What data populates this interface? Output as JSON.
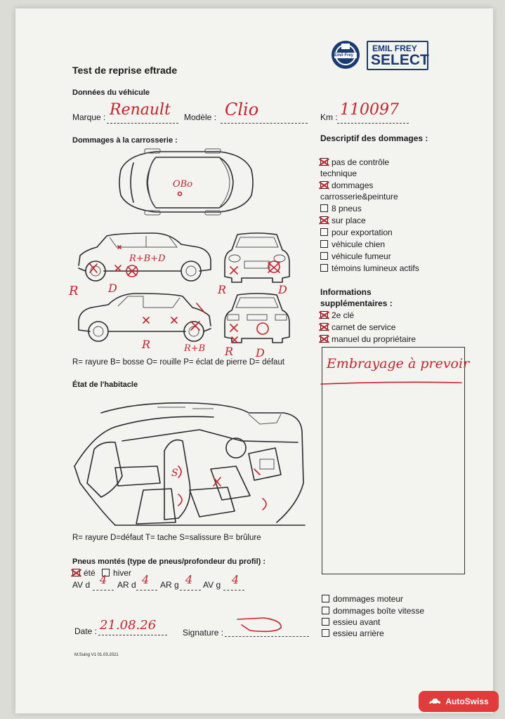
{
  "form": {
    "title": "Test de reprise eftrade",
    "vehicle_section": "Données du véhicule",
    "brand_label": "Marque :",
    "brand_value": "Renault",
    "model_label": "Modèle :",
    "model_value": "Clio",
    "km_label": "Km :",
    "km_value": "110097",
    "body_damage_section": "Dommages à la carrosserie :",
    "body_legend": "R= rayure B= bosse O= rouille P= éclat de pierre D= défaut",
    "interior_section": "État de l'habitacle",
    "interior_legend": "R= rayure D=défaut T= tache S=salissure B= brûlure",
    "tires_section": "Pneus montés (type de pneus/profondeur du profil) :",
    "tire_summer": "été",
    "tire_winter": "hiver",
    "tire_depths": [
      {
        "label": "AV d",
        "value": "4"
      },
      {
        "label": "AR d",
        "value": "4"
      },
      {
        "label": "AR g",
        "value": "4"
      },
      {
        "label": "AV g",
        "value": "4"
      }
    ],
    "date_label": "Date :",
    "date_value": "21.08.26",
    "signature_label": "Signature :",
    "footer_ref": "M.Suing V1 01.03.2021"
  },
  "logo": {
    "brand_line1": "EMIL FREY",
    "brand_line2": "SELECT",
    "badge_line1": "Emil Frey",
    "brand_color": "#1a3a72"
  },
  "damage_description": {
    "title": "Descriptif des dommages :",
    "items": [
      {
        "label": "pas de contrôle",
        "label2": "technique",
        "checked": true
      },
      {
        "label": "dommages",
        "label2": "carrosserie&peinture",
        "checked": true
      },
      {
        "label": "8 pneus",
        "checked": false
      },
      {
        "label": "sur place",
        "checked": true
      },
      {
        "label": "pour exportation",
        "checked": false
      },
      {
        "label": "véhicule chien",
        "checked": false
      },
      {
        "label": "véhicule fumeur",
        "checked": false
      },
      {
        "label": "témoins lumineux actifs",
        "checked": false
      }
    ]
  },
  "additional_info": {
    "title1": "Informations",
    "title2": "supplémentaires :",
    "items": [
      {
        "label": "2e clé",
        "checked": true
      },
      {
        "label": "carnet de service",
        "checked": true
      },
      {
        "label": "manuel du propriétaire",
        "checked": true
      }
    ],
    "notes": "Embrayage à prevoir"
  },
  "extra_damage": {
    "items": [
      {
        "label": "dommages moteur"
      },
      {
        "label": "dommages boîte vitesse"
      },
      {
        "label": "essieu avant"
      },
      {
        "label": "essieu arrière"
      }
    ]
  },
  "overlay": {
    "badge": "AutoSwiss"
  },
  "marks": {
    "r": "R",
    "d": "D",
    "rb": "R+B",
    "rbd": "R+B+D",
    "s": "S",
    "o": "o",
    "bo": "OBo"
  },
  "colors": {
    "ink_red": "#c8232c",
    "paper": "#f3f3ef"
  }
}
